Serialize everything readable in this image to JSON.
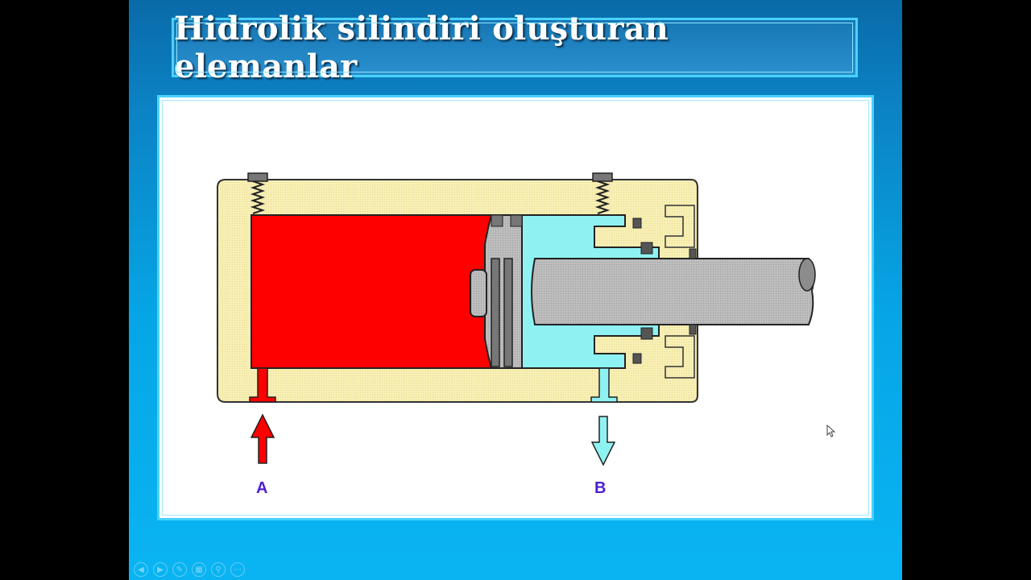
{
  "slide": {
    "title": "Hidrolik silindiri oluşturan elemanlar"
  },
  "diagram": {
    "port_a_label": "A",
    "port_b_label": "B",
    "colors": {
      "body": "#f7efb4",
      "pressure_chamber": "#ff0000",
      "return_chamber": "#8ff2f2",
      "rod": "#b6b6b6",
      "arrow_in": "#ff0000",
      "arrow_out": "#8ff2f2",
      "label": "#4b1fd0"
    }
  },
  "controls": {
    "icons": [
      "previous-icon",
      "next-icon",
      "pen-icon",
      "slides-grid-icon",
      "zoom-icon",
      "more-icon"
    ]
  }
}
